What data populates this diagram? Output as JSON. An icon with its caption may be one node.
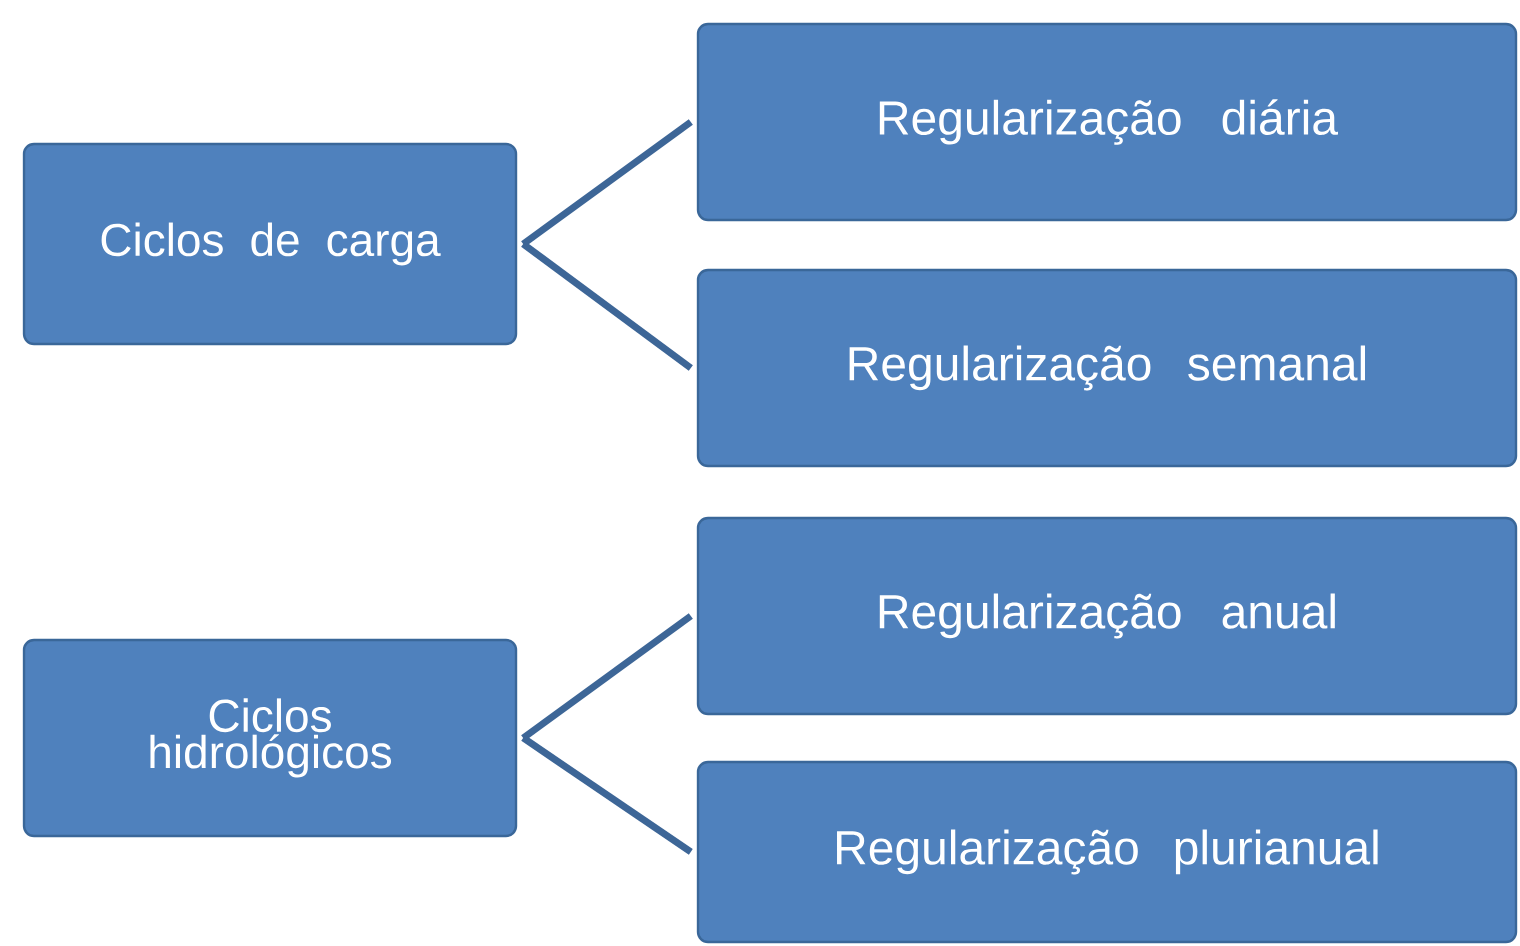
{
  "diagram": {
    "nodes": [
      {
        "text": [
          "Ciclos de carga"
        ]
      },
      {
        "text": [
          "Regularização diária"
        ]
      },
      {
        "text": [
          "Regularização semanal"
        ]
      },
      {
        "text": [
          "Ciclos hidrológicos"
        ]
      },
      {
        "text": [
          "Regularização anual"
        ]
      },
      {
        "text": [
          "Regularização plurianual"
        ]
      }
    ],
    "edges": [
      {
        "from": 0,
        "to": 1,
        "arrow": "none"
      },
      {
        "from": 0,
        "to": 2,
        "arrow": "none"
      },
      {
        "from": 3,
        "to": 4,
        "arrow": "none"
      },
      {
        "from": 3,
        "to": 5,
        "arrow": "none"
      }
    ]
  }
}
